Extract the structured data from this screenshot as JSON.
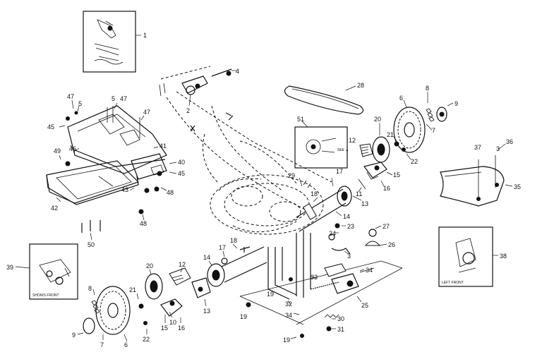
{
  "callouts": {
    "c1": "1",
    "c2": "2",
    "c3": "3",
    "c4": "4",
    "c5a": "5",
    "c5b": "5",
    "c6a": "6",
    "c6b": "6",
    "c7a": "7",
    "c7b": "7",
    "c8a": "8",
    "c8b": "8",
    "c9a": "9",
    "c9b": "9",
    "c10": "10",
    "c11": "11",
    "c12a": "12",
    "c12b": "12",
    "c13a": "13",
    "c13b": "13",
    "c14a": "14",
    "c14b": "14",
    "c15a": "15",
    "c15b": "15",
    "c16a": "16",
    "c16b": "16",
    "c17a": "17",
    "c17b": "17",
    "c18a": "18",
    "c18b": "18",
    "c19a": "19",
    "c19b": "19",
    "c19c": "19",
    "c20a": "20",
    "c20b": "20",
    "c21a": "21",
    "c21b": "21",
    "c22a": "22",
    "c22b": "22",
    "c23": "23",
    "c24": "24",
    "c25": "25",
    "c26": "26",
    "c27": "27",
    "c28": "28",
    "c29": "29",
    "c30": "30",
    "c31": "31",
    "c32": "32",
    "c33": "33",
    "c34a": "34",
    "c34b": "34",
    "c35": "35",
    "c36": "36",
    "c37": "37",
    "c38": "38",
    "c39": "39",
    "c40": "40",
    "c41": "41",
    "c42": "42",
    "c43": "43",
    "c45a": "45",
    "c45b": "45",
    "c46": "46",
    "c47a": "47",
    "c47b": "47",
    "c47c": "47",
    "c48a": "48",
    "c48b": "48",
    "c49": "49",
    "c50": "50",
    "c51": "51"
  },
  "insets": {
    "shows_front": "SHOWS FRONT",
    "left_front": "LEFT FRONT"
  }
}
